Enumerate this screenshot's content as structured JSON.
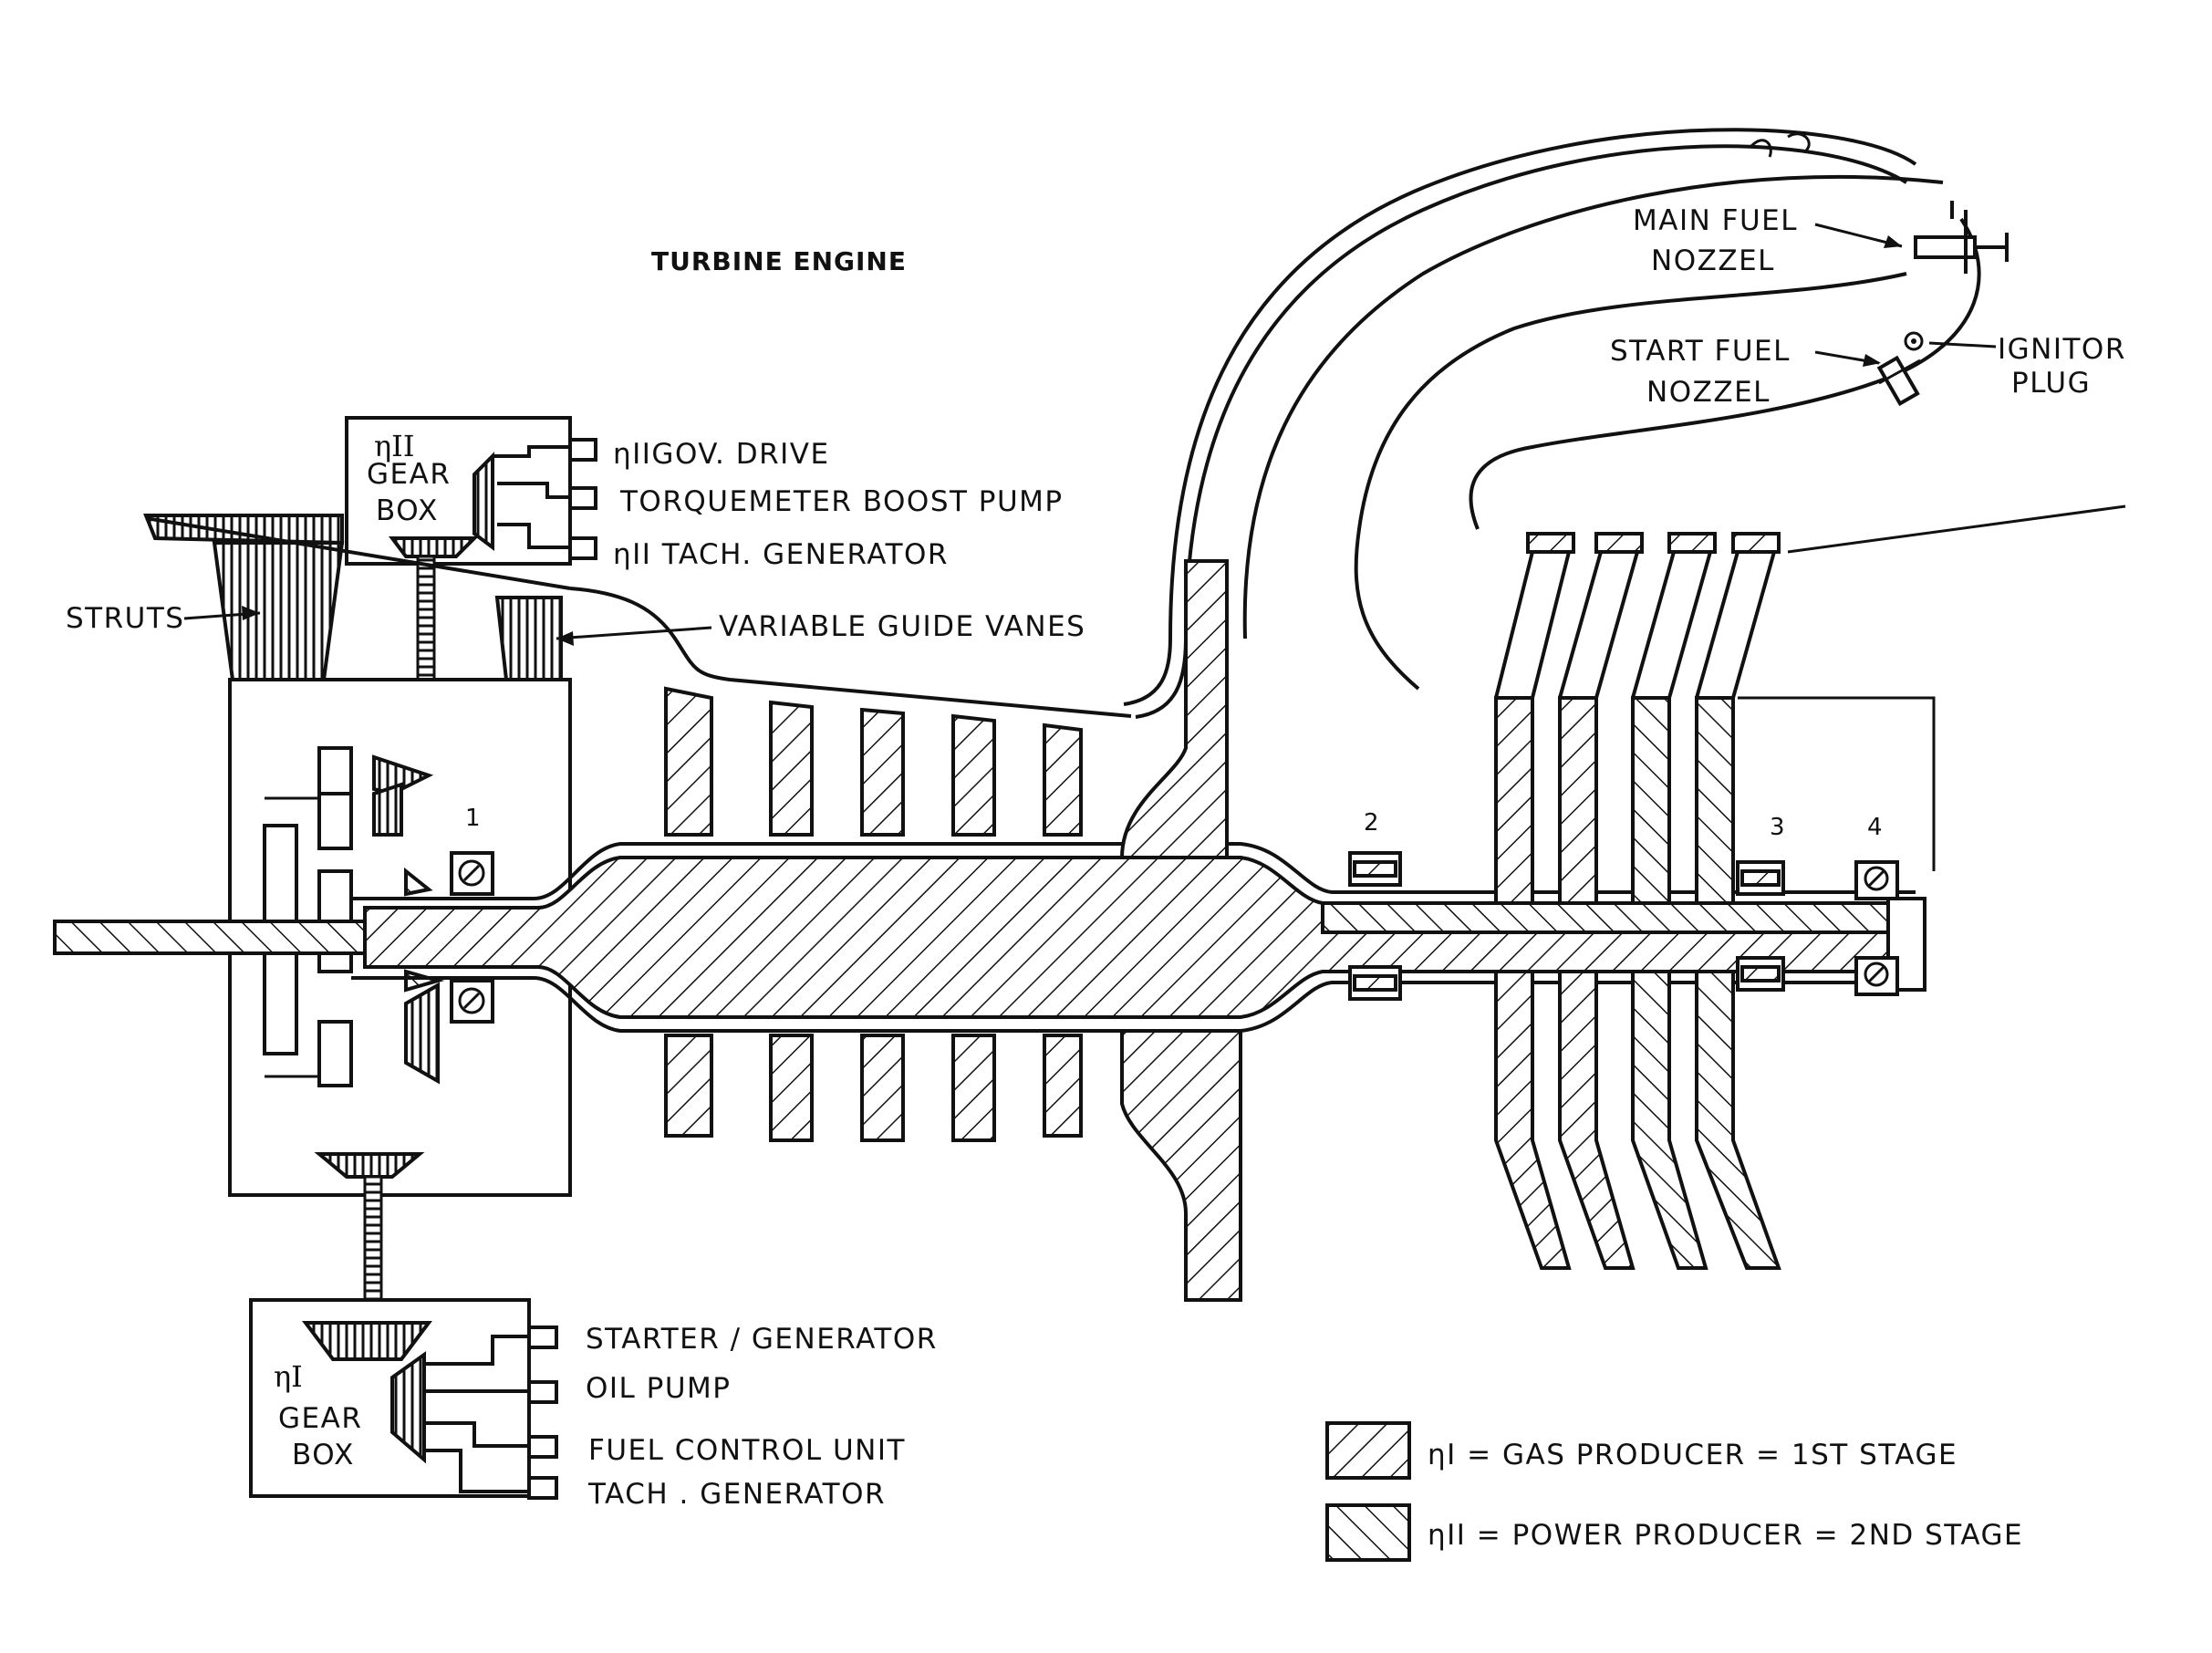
{
  "title": "TURBINE ENGINE",
  "gearbox_top": {
    "eta": "ηII",
    "line1": "GEAR",
    "line2": "BOX"
  },
  "gearbox_bottom": {
    "eta": "ηI",
    "line1": "GEAR",
    "line2": "BOX"
  },
  "top_accessories": {
    "gov_drive": "ηIIGOV. DRIVE",
    "boost_pump": "TORQUEMETER BOOST PUMP",
    "tach": "ηII TACH. GENERATOR"
  },
  "bottom_accessories": {
    "starter": "STARTER / GENERATOR",
    "oil_pump": "OIL PUMP",
    "fuel_control": "FUEL CONTROL UNIT",
    "tach": "TACH . GENERATOR"
  },
  "labels": {
    "struts": "STRUTS",
    "guide_vanes": "VARIABLE GUIDE VANES",
    "main_fuel_1": "MAIN FUEL",
    "main_fuel_2": "NOZZEL",
    "start_fuel_1": "START FUEL",
    "start_fuel_2": "NOZZEL",
    "ignitor_1": "IGNITOR",
    "ignitor_2": "PLUG"
  },
  "bearings": [
    "1",
    "2",
    "3",
    "4"
  ],
  "legend": [
    {
      "text": "ηI = GAS PRODUCER = 1ST STAGE",
      "hatch": "gas-producer"
    },
    {
      "text": "ηII = POWER PRODUCER = 2ND STAGE",
      "hatch": "power-producer"
    }
  ]
}
